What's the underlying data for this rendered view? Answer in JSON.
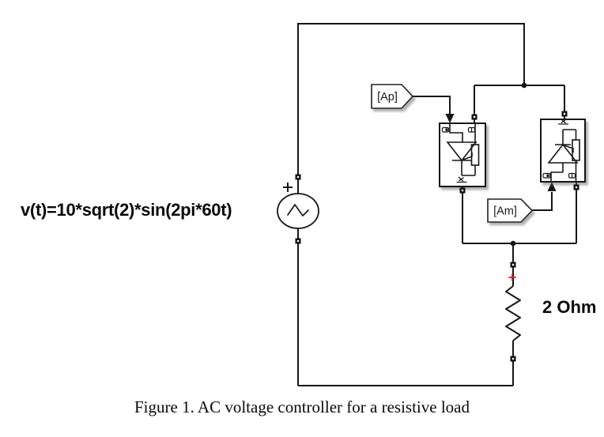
{
  "colors": {
    "wire": "#161616",
    "shadow": "#6e6e6e",
    "polarity_red": "#cc2020",
    "background": "#ffffff"
  },
  "icons": {
    "from_tag": "pentagon-right-arrow",
    "port": "black-square-connector",
    "junction": "filled-dot",
    "signal_arrow": "filled-triangle",
    "source_symbol": "sine-wave-in-circle",
    "load_symbol": "zigzag-resistor",
    "thyristor_symbol": "triangle-with-gate-and-snubber"
  },
  "diagram": {
    "source": {
      "equation": "v(t)=10*sqrt(2)*sin(2pi*60t)",
      "polarity": "+"
    },
    "from_tags": [
      {
        "label": "[Ap]"
      },
      {
        "label": "[Am]"
      }
    ],
    "load": {
      "label": "2 Ohm",
      "polarity": "+"
    },
    "caption": "Figure 1. AC voltage controller for a resistive load"
  }
}
